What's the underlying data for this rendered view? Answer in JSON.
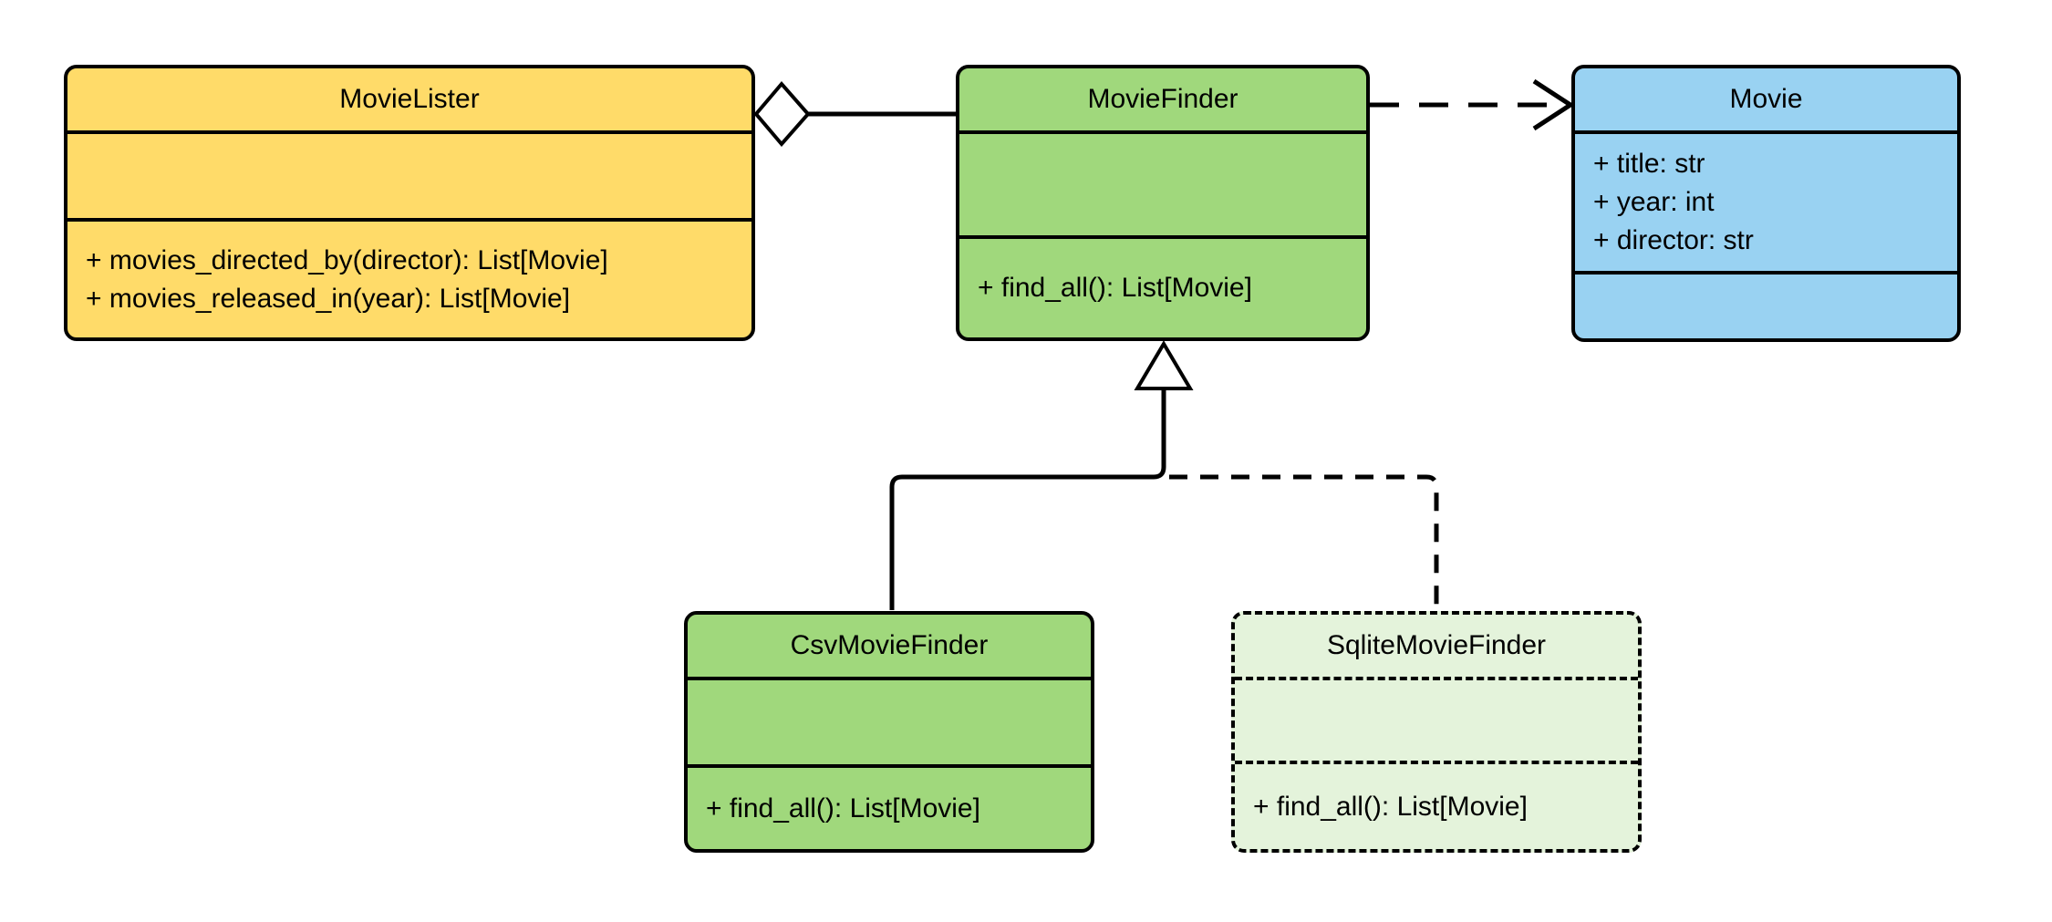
{
  "colors": {
    "canvas-bg": "#ffffff",
    "line-color": "#000000",
    "text-color": "#000000",
    "fill-yellow": "#FFDB69",
    "fill-green": "#A0D87C",
    "fill-green-pale": "#E4F3DB",
    "fill-blue": "#99D2F2"
  },
  "diagram": {
    "type": "uml-class-diagram",
    "classes": [
      {
        "name": "MovieLister",
        "fill": "fill-yellow",
        "border_style": "solid",
        "attributes": [],
        "methods": [
          "+ movies_directed_by(director): List[Movie]",
          "+ movies_released_in(year): List[Movie]"
        ]
      },
      {
        "name": "MovieFinder",
        "fill": "fill-green",
        "border_style": "solid",
        "attributes": [],
        "methods": [
          "+ find_all(): List[Movie]"
        ]
      },
      {
        "name": "Movie",
        "fill": "fill-blue",
        "border_style": "solid",
        "attributes": [
          "+ title: str",
          "+ year: int",
          "+ director: str"
        ],
        "methods": []
      },
      {
        "name": "CsvMovieFinder",
        "fill": "fill-green",
        "border_style": "solid",
        "attributes": [],
        "methods": [
          "+ find_all(): List[Movie]"
        ]
      },
      {
        "name": "SqliteMovieFinder",
        "fill": "fill-green-pale",
        "border_style": "dashed",
        "attributes": [],
        "methods": [
          "+ find_all(): List[Movie]"
        ]
      }
    ],
    "relationships": [
      {
        "type": "aggregation",
        "source": "MovieFinder",
        "target": "MovieLister",
        "line": "solid",
        "marker": "hollow-diamond"
      },
      {
        "type": "dependency",
        "source": "MovieFinder",
        "target": "Movie",
        "line": "dashed",
        "marker": "open-arrow"
      },
      {
        "type": "inheritance",
        "source": "CsvMovieFinder",
        "target": "MovieFinder",
        "line": "solid",
        "marker": "hollow-triangle"
      },
      {
        "type": "inheritance",
        "source": "SqliteMovieFinder",
        "target": "MovieFinder",
        "line": "dashed",
        "marker": "hollow-triangle"
      }
    ]
  }
}
